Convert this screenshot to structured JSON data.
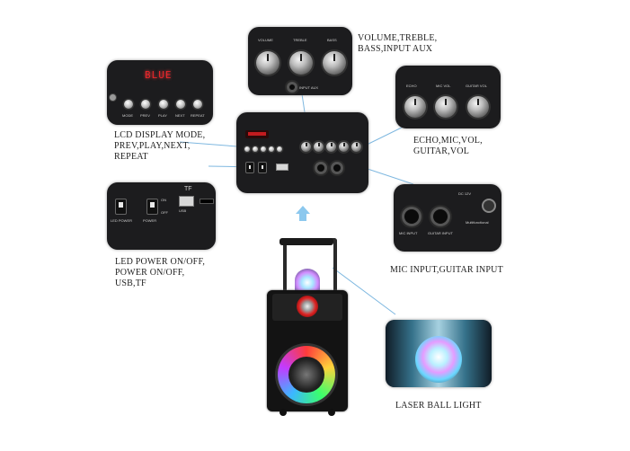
{
  "captions": {
    "volume": "VOLUME,TREBLE,\nBASS,INPUT AUX",
    "lcd": "LCD DISPLAY MODE,\nPREV,PLAY,NEXT,\nREPEAT",
    "echo": "ECHO,MIC,VOL,\nGUITAR,VOL",
    "led": "LED POWER ON/OFF,\nPOWER ON/OFF,\nUSB,TF",
    "mic": "MIC INPUT,GUITAR INPUT",
    "laser": "LASER BALL LIGHT"
  },
  "volume_panel": {
    "knobs": [
      "VOLUME",
      "TREBLE",
      "BASS"
    ],
    "input_label": "INPUT AUX"
  },
  "lcd_panel": {
    "display": "BLUE",
    "buttons": [
      "MODE",
      "PREV",
      "PLAY",
      "NEXT",
      "REPEAT"
    ]
  },
  "echo_panel": {
    "knobs": [
      "ECHO",
      "MIC VOL",
      "GUITAR VOL"
    ]
  },
  "led_panel": {
    "labels": [
      "LED POWER",
      "POWER"
    ],
    "switch_labels": [
      "ON",
      "OFF"
    ],
    "tf_label": "TF",
    "usb_label": "USB"
  },
  "mic_panel": {
    "dc_label": "DC 12V",
    "inputs": [
      "MIC INPUT",
      "GUITAR INPUT"
    ],
    "side_label": "Multifunctional"
  },
  "colors": {
    "panel": "#1c1c1e",
    "display_red": "#e8262b",
    "arrow": "#8cc8ee",
    "line": "#7fb8e0"
  },
  "icons": [
    "arrow-up-icon",
    "screw-icon"
  ]
}
